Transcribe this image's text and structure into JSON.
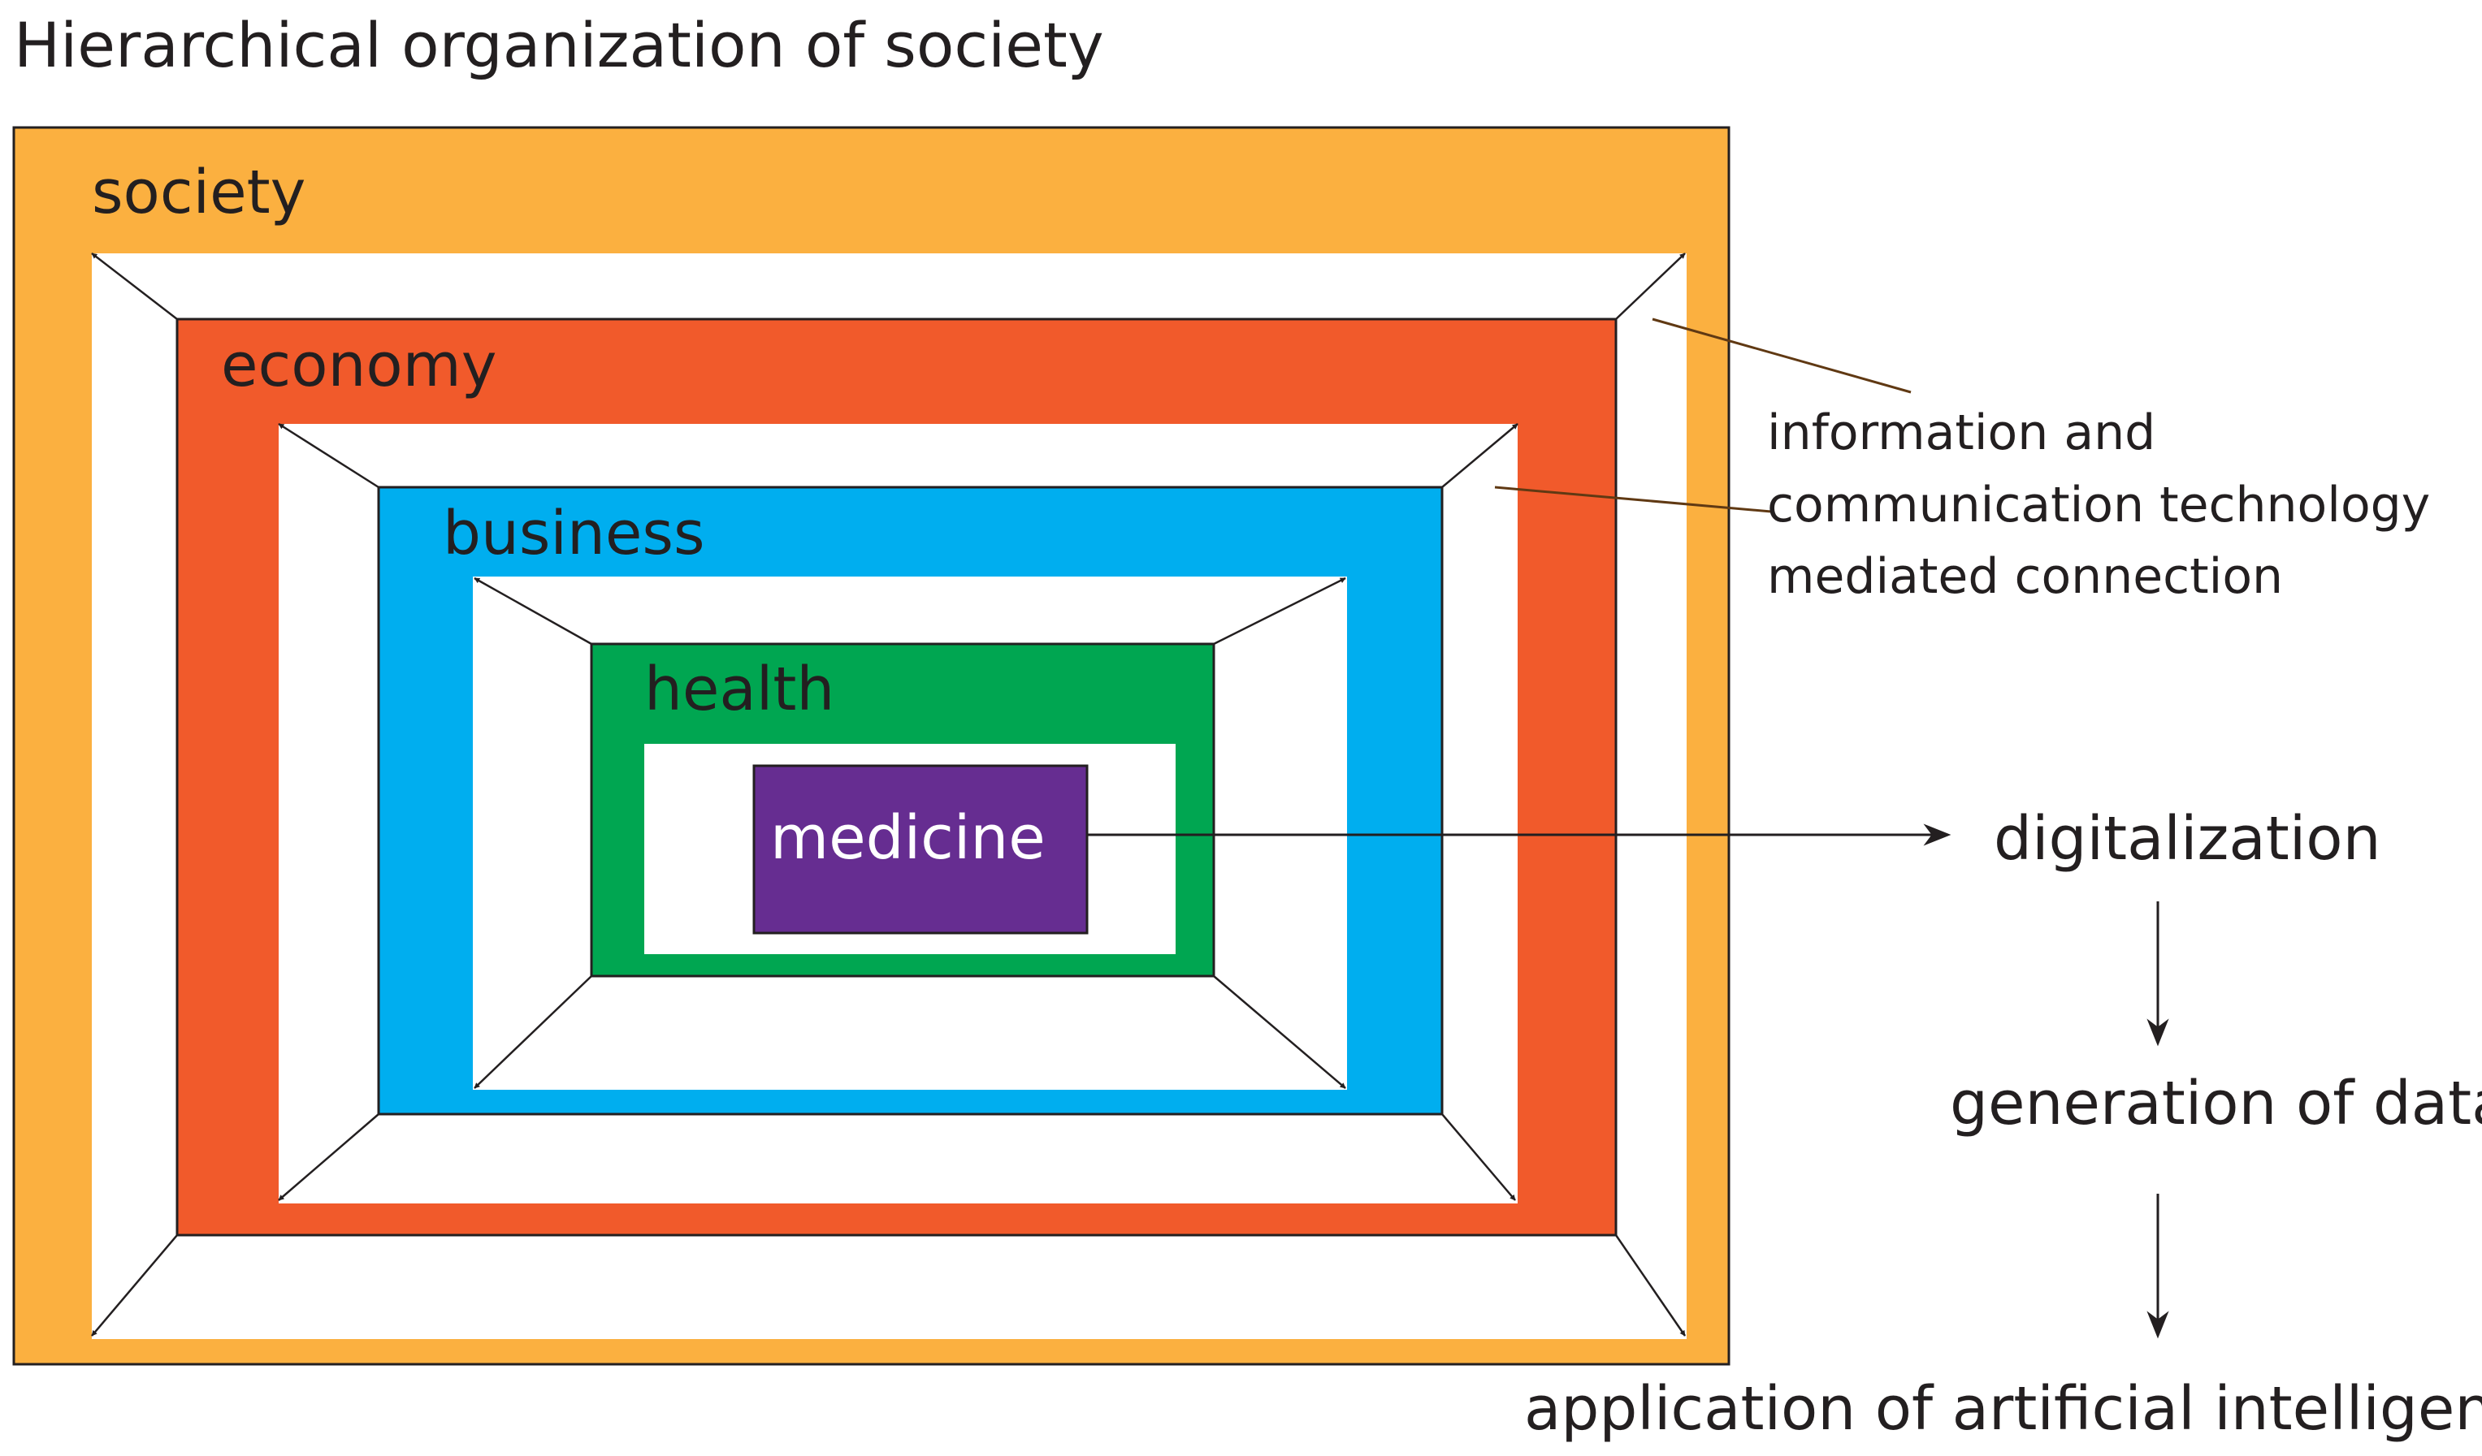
{
  "title": "Hierarchical organization of society",
  "levels": {
    "society": {
      "label": "society",
      "color": "#fbb040"
    },
    "economy": {
      "label": "economy",
      "color": "#f15a2b"
    },
    "business": {
      "label": "business",
      "color": "#00aeef"
    },
    "health": {
      "label": "health",
      "color": "#00a651"
    },
    "medicine": {
      "label": "medicine",
      "color": "#662d91"
    }
  },
  "connection_note": [
    "information and",
    "communication technology",
    "mediated connection"
  ],
  "connector_color": "#603913",
  "flow": {
    "step1": "digitalization",
    "step2": "generation of data",
    "step3": "application of artificial intelligence"
  }
}
